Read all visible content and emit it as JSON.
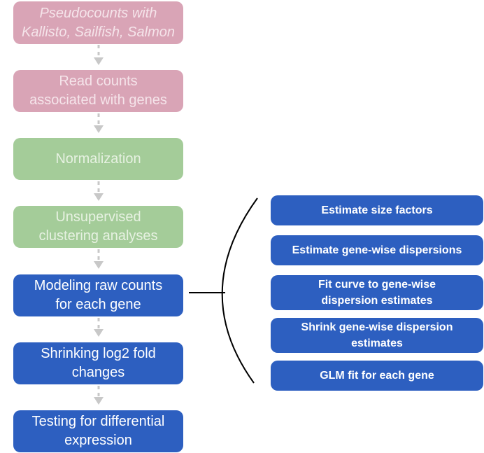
{
  "workflow_steps": [
    {
      "label": "Pseudocounts with\nKallisto, Sailfish, Salmon",
      "status": "faded-pink"
    },
    {
      "label": "Read counts\nassociated with genes",
      "status": "faded-pink"
    },
    {
      "label": "Normalization",
      "status": "faded-green"
    },
    {
      "label": "Unsupervised\nclustering analyses",
      "status": "faded-green"
    },
    {
      "label": "Modeling raw counts\nfor each gene",
      "status": "active"
    },
    {
      "label": "Shrinking log2 fold\nchanges",
      "status": "active"
    },
    {
      "label": "Testing for differential\nexpression",
      "status": "active"
    }
  ],
  "modeling_substeps": [
    {
      "label": "Estimate size factors"
    },
    {
      "label": "Estimate gene-wise dispersions"
    },
    {
      "label": "Fit curve to gene-wise\ndispersion estimates"
    },
    {
      "label": "Shrink gene-wise dispersion\nestimates"
    },
    {
      "label": "GLM fit for each gene"
    }
  ],
  "colors": {
    "active": "#2d5fc0",
    "faded_pink": "#d9a4b6",
    "faded_green": "#a4cc99",
    "arrow": "#c8c8c8"
  }
}
